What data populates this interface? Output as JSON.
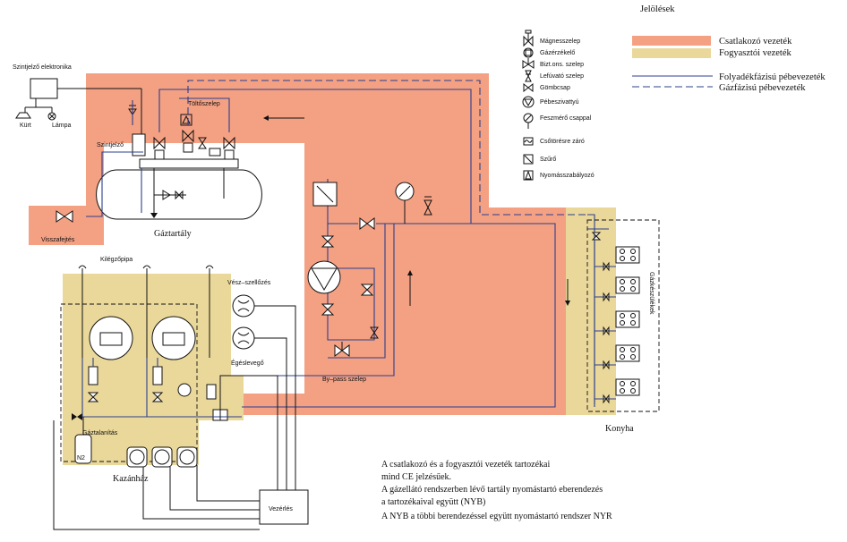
{
  "legend": {
    "title": "Jelölések",
    "symbols": [
      "Mágnesszelep",
      "Gázérzékelő",
      "Bizt.ons. szelep",
      "Lefúvató szelep",
      "Gömbcsap",
      "Pébeszivattyú",
      "Feszmérő csappal",
      "Csőtörésre záró",
      "Szűrő",
      "Nyomásszabályozó"
    ],
    "lines": [
      "Csatlakozó vezeték",
      "Fogyasztói vezeték",
      "Folyadékfázisú pébevezeték",
      "Gázfázisú pébevezeték"
    ]
  },
  "colors": {
    "connecting_pipe": "#f4a183",
    "consumer_pipe": "#ead89a",
    "pipeline": "#2c3f8c"
  },
  "labels": {
    "level_electronics": "Szintjelző elektronika",
    "horn": "Kürt",
    "lamp": "Lámpa",
    "level_indicator": "Szintjelző",
    "fill_valve": "Töltőszelep",
    "return": "Visszafejtés",
    "tank": "Gáztartály",
    "vent_pipe": "Kilégzőpipa",
    "emergency_vent": "Vész–szellőzés",
    "combustion_air": "Égéslevegő",
    "degassing": "Gáztalanítás",
    "n2": "N2",
    "boiler_room": "Kazánház",
    "control": "Vezérlés",
    "bypass": "By–pass szelep",
    "kitchen": "Konyha",
    "gas_appliances": "Gázkészülékek"
  },
  "notes": [
    "A csatlakozó és a fogyasztói vezeték tartozékai",
    "mind CE jelzésűek.",
    "A gázellátó rendszerben lévő tartály nyomástartó eberendezés",
    "a tartozékaival együtt (NYB)",
    "A NYB a többi berendezéssel együtt nyomástartó rendszer NYR"
  ],
  "icons": [
    "solenoid-valve-icon",
    "gas-detector-icon",
    "safety-valve-icon",
    "relief-valve-icon",
    "ball-valve-icon",
    "lpg-pump-icon",
    "pressure-gauge-icon",
    "pipe-break-valve-icon",
    "filter-icon",
    "pressure-regulator-icon",
    "fan-icon",
    "boiler-icon",
    "gas-burner-icon"
  ]
}
